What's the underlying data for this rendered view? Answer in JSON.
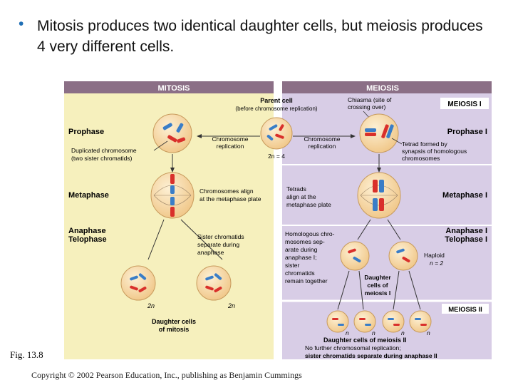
{
  "slide": {
    "bullet_char": "•",
    "headline": "Mitosis produces two identical daughter cells, but meiosis produces 4 very different cells.",
    "fig_label": "Fig. 13.8",
    "copyright": "Copyright © 2002 Pearson Education, Inc., publishing as Benjamin Cummings"
  },
  "figure": {
    "header_mitosis": "MITOSIS",
    "header_meiosis": "MEIOSIS",
    "parent_cell": "Parent cell",
    "parent_cell_sub": "(before chromosome replication)",
    "chiasma_1": "Chiasma (site of",
    "chiasma_2": "crossing over)",
    "meiosis_i": "MEIOSIS I",
    "meiosis_ii": "MEIOSIS II",
    "prophase": "Prophase",
    "prophase_i": "Prophase I",
    "metaphase": "Metaphase",
    "metaphase_i": "Metaphase I",
    "anaphase": "Anaphase",
    "telophase": "Telophase",
    "anaphase_i": "Anaphase I",
    "telophase_i": "Telophase I",
    "chrom_rep_1": "Chromosome",
    "chrom_rep_2": "replication",
    "two_n_4": "2n = 4",
    "dup_chrom_1": "Duplicated chromosome",
    "dup_chrom_2": "(two sister chromatids)",
    "tetrad_1": "Tetrad formed by",
    "tetrad_2": "synapsis of homologous",
    "tetrad_3": "chromosomes",
    "align_1": "Chromosomes align",
    "align_2": "at the metaphase plate",
    "tetrads_1": "Tetrads",
    "tetrads_2": "align at the",
    "tetrads_3": "metaphase plate",
    "sister_1": "Sister chromatids",
    "sister_2": "separate during",
    "sister_3": "anaphase",
    "homol_1": "Homologous chro-",
    "homol_2": "mosomes sep-",
    "homol_3": "arate during",
    "homol_4": "anaphase I;",
    "homol_5": "sister",
    "homol_6": "chromatids",
    "homol_7": "remain together",
    "haploid": "Haploid",
    "n2": "n = 2",
    "dm_1": "Daughter",
    "dm_2": "cells of",
    "dm_3": "meiosis I",
    "two_n": "2n",
    "n": "n",
    "dmit_1": "Daughter cells",
    "dmit_2": "of mitosis",
    "dmeio": "Daughter cells of meiosis II",
    "nofurther_1": "No further chromosomal replication;",
    "nofurther_2": "sister chromatids separate during anaphase II"
  },
  "colors": {
    "mitosis_bg": "#f6f0bd",
    "meiosis_bg": "#d8cde6",
    "header_bg": "#8b6f86",
    "cell_fill": "#f7dcae",
    "chrom_red": "#d9302b",
    "chrom_blue": "#3a7dc7"
  }
}
